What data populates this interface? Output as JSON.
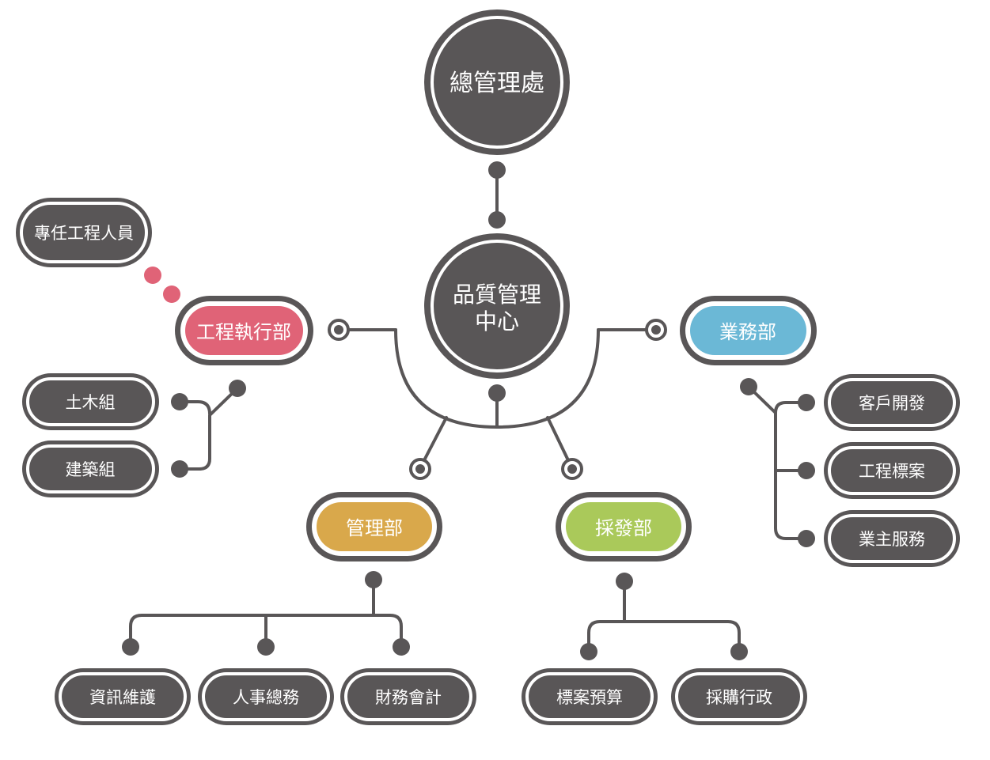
{
  "colors": {
    "dark": "#595657",
    "pink": "#e06377",
    "blue": "#6bb8d6",
    "gold": "#d9a84b",
    "green": "#aac95a",
    "white": "#ffffff"
  },
  "nodes": {
    "top": "總管理處",
    "center_line1": "品質管理",
    "center_line2": "中心",
    "engineering": "工程執行部",
    "engineer_staff": "專任工程人員",
    "civil": "土木組",
    "building": "建築組",
    "sales": "業務部",
    "client_dev": "客戶開發",
    "tender": "工程標案",
    "owner_service": "業主服務",
    "management": "管理部",
    "it": "資訊維護",
    "hr": "人事總務",
    "finance": "財務會計",
    "purchasing": "採發部",
    "budget": "標案預算",
    "procurement": "採購行政"
  }
}
